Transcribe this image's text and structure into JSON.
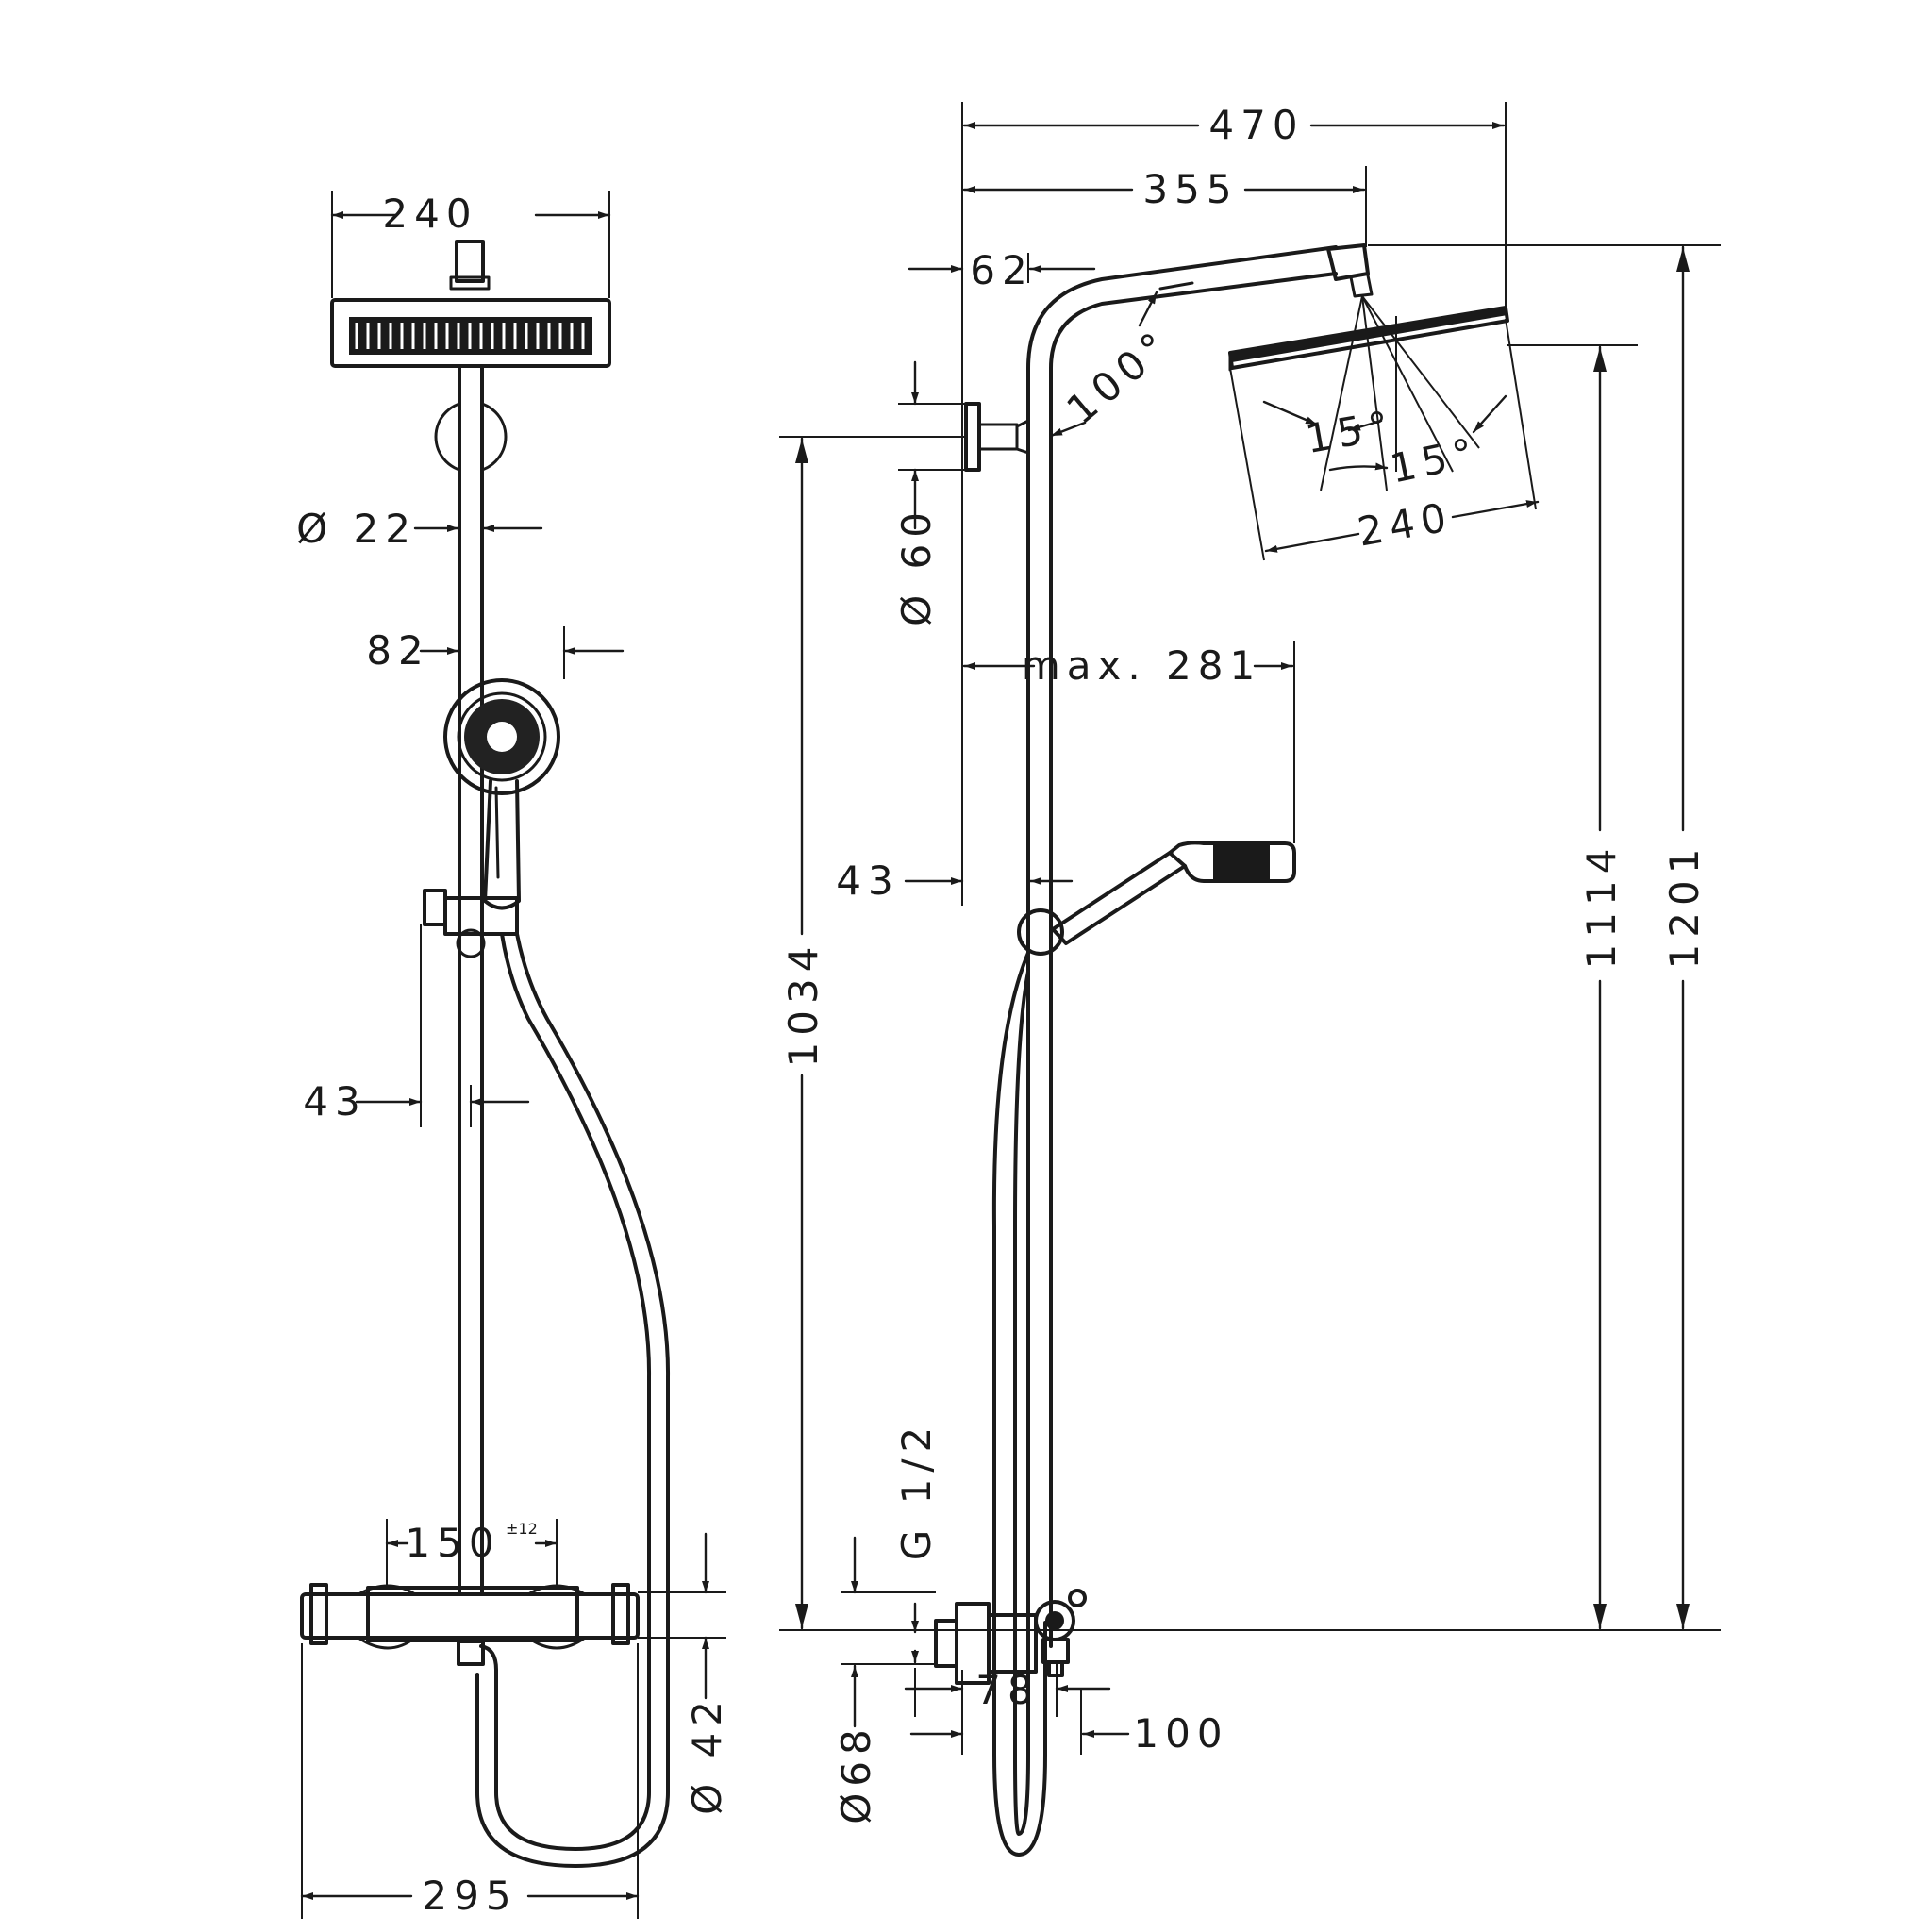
{
  "front_view": {
    "dim_width_head": "240",
    "dim_pipe_dia": "Ø 22",
    "dim_handshower_offset": "82",
    "dim_holder_offset": "43",
    "dim_connection_spacing": "150",
    "dim_connection_tolerance": "±12",
    "dim_valve_dia": "Ø 42",
    "dim_total_width": "295"
  },
  "side_view": {
    "dim_overall_projection": "470",
    "dim_arm_projection": "355",
    "dim_wall_offset_top": "62",
    "dim_arm_angle": "100°",
    "dim_spray_angle_a": "15°",
    "dim_spray_angle_b": "15°",
    "dim_head_diameter": "240",
    "dim_bracket_dia": "Ø 60",
    "dim_handshower_reach": "max. 281",
    "dim_pipe_offset": "43",
    "dim_bracket_height": "1034",
    "dim_head_height": "1114",
    "dim_total_height": "1201",
    "dim_thread": "G 1/2",
    "dim_escutcheon_dia": "Ø68",
    "dim_valve_depth": "78",
    "dim_valve_projection": "100"
  }
}
